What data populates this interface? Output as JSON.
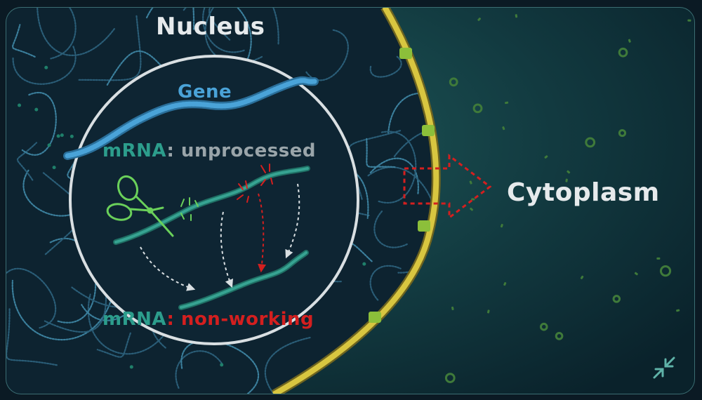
{
  "labels": {
    "nucleus": "Nucleus",
    "cytoplasm": "Cytoplasm",
    "gene": "Gene",
    "mrna_prefix": "mRNA",
    "unprocessed_suffix": ": unprocessed",
    "nonworking_suffix": ": non-working"
  },
  "colors": {
    "background": "#0b1a24",
    "nucleus_fill": "#0d2330",
    "cytoplasm_fill": "#17464a",
    "membrane": "#d8c640",
    "membrane_pore": "#8cbf3a",
    "chromatin": "#2e6a86",
    "gene_strand": "#4aa3d8",
    "mrna_strand": "#2c8f7e",
    "scissors": "#6ad05a",
    "cut_mark_red": "#d41f1f",
    "export_arrow": "#d41f1f",
    "label_white": "#e6eaec",
    "label_grey": "#9aa5aa",
    "label_teal": "#2c9d8c"
  },
  "icons": {
    "scissors": "scissors-icon",
    "shrink": "shrink-arrows-icon",
    "export_arrow": "export-arrow-icon"
  }
}
